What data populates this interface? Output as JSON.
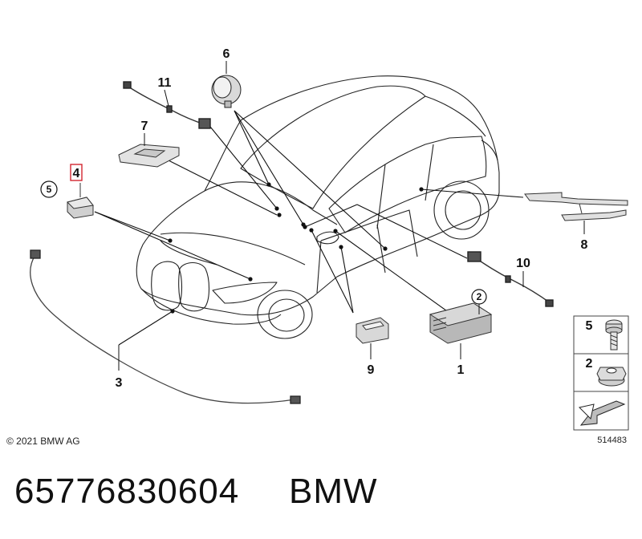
{
  "diagram": {
    "callouts": {
      "p1": "1",
      "p2": "2",
      "p3": "3",
      "p4": "4",
      "p5": "5",
      "p6": "6",
      "p7": "7",
      "p8": "8",
      "p9": "9",
      "p10": "10",
      "p11": "11"
    },
    "legend": {
      "screw_label": "5",
      "nut_label": "2"
    },
    "copyright": "© 2021 BMW AG",
    "reference_number": "514483",
    "highlight_color": "#d22630"
  },
  "footer": {
    "part_number": "65776830604",
    "brand": "BMW"
  }
}
